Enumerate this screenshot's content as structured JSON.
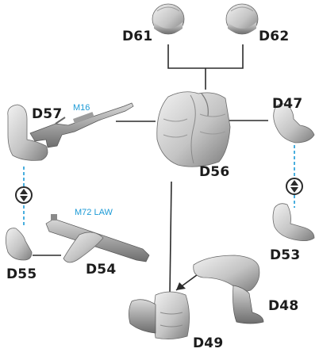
{
  "parts": {
    "d61": "D61",
    "d62": "D62",
    "d57": "D57",
    "d56": "D56",
    "d47": "D47",
    "d55": "D55",
    "d54": "D54",
    "d53": "D53",
    "d48": "D48",
    "d49": "D49"
  },
  "weapons": {
    "m16": "M16",
    "m72": "M72 LAW"
  },
  "colors": {
    "line": "#2b2b2b",
    "dashed": "#1b9ad6",
    "weapon_text": "#1b9ad6",
    "resin": "#bdbdbd"
  },
  "icons": [
    "helmet-icon",
    "torso-icon",
    "arm-icon",
    "rifle-icon",
    "launcher-icon",
    "leg-icon",
    "connector-icon"
  ]
}
